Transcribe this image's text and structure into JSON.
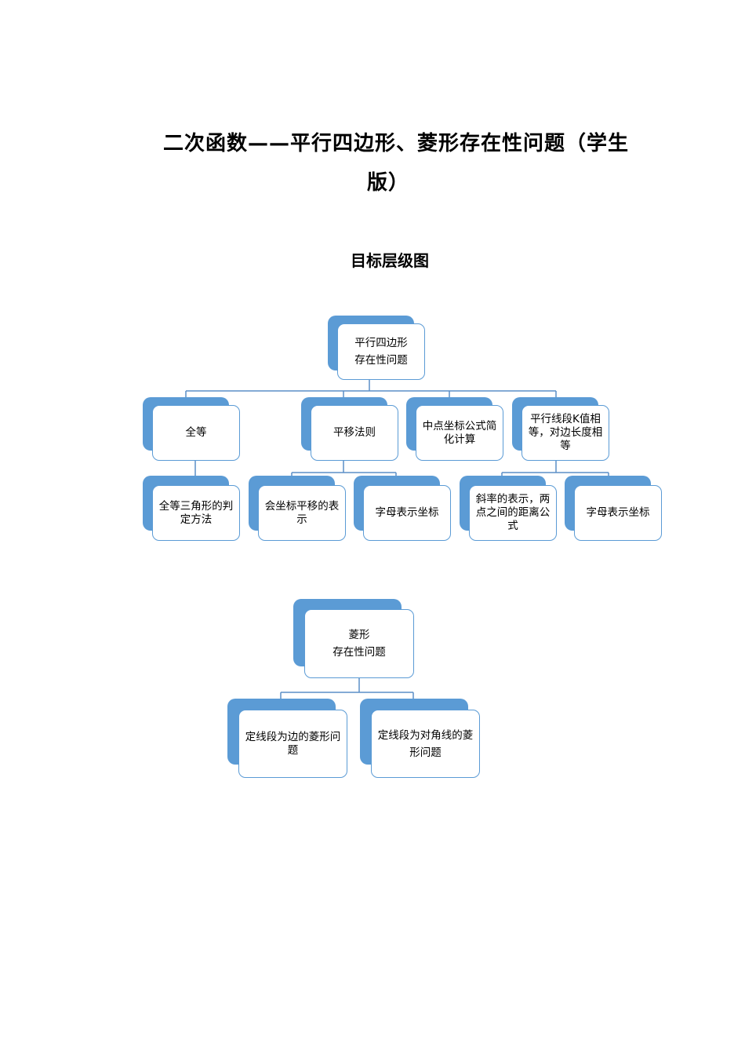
{
  "title": {
    "line1": "二次函数——平行四边形、菱形存在性问题（学生",
    "line2": "版）"
  },
  "subtitle": "目标层级图",
  "diagram1": {
    "root": {
      "line1": "平行四边形",
      "line2": "存在性问题"
    },
    "level1": [
      {
        "label": "全等"
      },
      {
        "label": "平移法则"
      },
      {
        "label": "中点坐标公式简化计算"
      },
      {
        "label": "平行线段K值相等，对边长度相等"
      }
    ],
    "level2": [
      {
        "label": "全等三角形的判定方法"
      },
      {
        "label": "会坐标平移的表示"
      },
      {
        "label": "字母表示坐标"
      },
      {
        "label": "斜率的表示，两点之间的距离公式"
      },
      {
        "label": "字母表示坐标"
      }
    ]
  },
  "diagram2": {
    "root": {
      "line1": "菱形",
      "line2": "存在性问题"
    },
    "children": [
      {
        "label": "定线段为边的菱形问题"
      },
      {
        "label": "定线段为对角线的菱形问题"
      }
    ]
  },
  "colors": {
    "accent": "#5b9bd5",
    "connector": "#4a7ebb"
  }
}
